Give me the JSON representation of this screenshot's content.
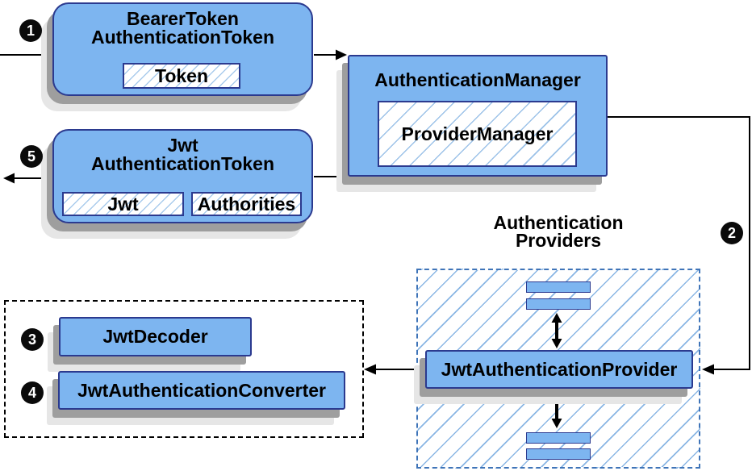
{
  "diagram": {
    "bearer_token_box": {
      "title_line1": "BearerToken",
      "title_line2": "AuthenticationToken",
      "token_chip": "Token"
    },
    "auth_manager_box": {
      "title": "AuthenticationManager",
      "provider_manager_chip": "ProviderManager"
    },
    "jwt_token_box": {
      "title_line1": "Jwt",
      "title_line2": "AuthenticationToken",
      "jwt_chip": "Jwt",
      "authorities_chip": "Authorities"
    },
    "providers_group": {
      "caption_line1": "Authentication",
      "caption_line2": "Providers",
      "jwt_provider_box": "JwtAuthenticationProvider"
    },
    "converter_group": {
      "jwt_decoder_box": "JwtDecoder",
      "jwt_converter_box": "JwtAuthenticationConverter"
    },
    "steps": {
      "s1": "1",
      "s2": "2",
      "s3": "3",
      "s4": "4",
      "s5": "5"
    },
    "colors": {
      "box_fill": "#7db5f0",
      "box_border": "#2b3a8f",
      "hatch_line_small": "#a9cbec",
      "hatch_line_large": "#8ab6e4",
      "providers_dash_border": "#3f74b8",
      "converter_dash_border": "#000000",
      "shadow_dark": "#9e9e9e",
      "shadow_light": "#e6e6e6",
      "connector": "#000000",
      "badge_bg": "#0a0a0a",
      "badge_text": "#ffffff"
    }
  }
}
